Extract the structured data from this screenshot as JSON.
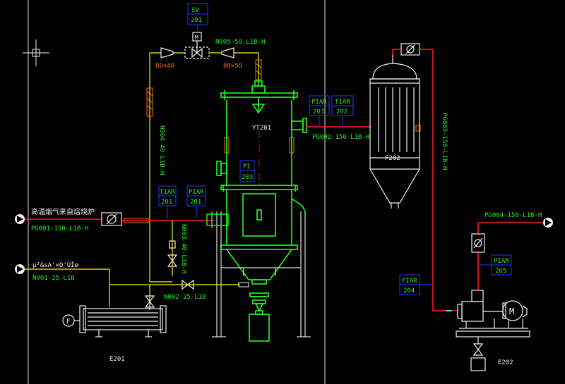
{
  "colors": {
    "background": "#000000",
    "vessel": "#1fff1f",
    "hot_line": "#ff1a1a",
    "water_line": "#f5f500",
    "instrument_box": "#1c3cff",
    "label_green": "#2ee82e",
    "label_orange": "#ff6a00",
    "frame": "#dcdcdc"
  },
  "instruments": {
    "sv201": {
      "tag": "SV",
      "num": "201"
    },
    "piar203": {
      "tag": "PIAR",
      "num": "203"
    },
    "tiar202": {
      "tag": "TIAR",
      "num": "202"
    },
    "pi203": {
      "tag": "PI",
      "num": "203"
    },
    "tiar201": {
      "tag": "TIAR",
      "num": "201"
    },
    "piar201": {
      "tag": "PIAR",
      "num": "201"
    },
    "piar205": {
      "tag": "PIAR",
      "num": "205"
    },
    "piar204": {
      "tag": "PIAR",
      "num": "204"
    }
  },
  "line_labels": {
    "n005": "N005-50-L1B-H",
    "n004": "N004-40-L1B-H",
    "n003": "N003-40-L1B-H",
    "n002": "N002-25-L1B",
    "n001": "N001-25-L1B",
    "pg001": "PG001-150-L1B-H",
    "pg002": "PG002-150-L1B-H",
    "pg003": "PG003-150-L1B-H",
    "pg004": "PG004-150-L1B-H"
  },
  "reducers": {
    "left": "80×40",
    "right": "80×50"
  },
  "equipment": {
    "yt201": "YT201",
    "f202": "F202",
    "e201": "E201",
    "e202": "E202"
  },
  "inlets": {
    "hot_gas": "高温烟气来自焙烧炉",
    "water": "µ²&sA'×Ò'ÙÎø"
  },
  "symbols": {
    "motor_valve": "M",
    "motor": "M",
    "pump_f": "F"
  }
}
